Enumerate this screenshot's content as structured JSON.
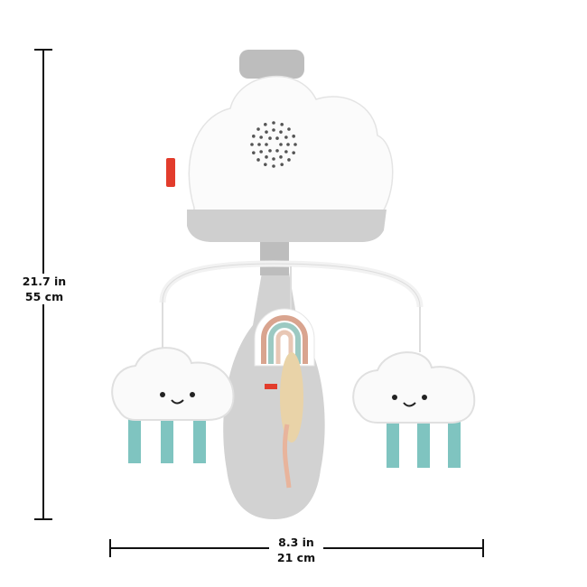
{
  "dimensions": {
    "height": {
      "imperial": "21.7 in",
      "metric": "55 cm"
    },
    "width": {
      "imperial": "8.3 in",
      "metric": "21 cm"
    }
  },
  "product": {
    "colors": {
      "body": "#ffffff",
      "gray": "#c9c9c9",
      "teal": "#7fc4c0",
      "rainbow": [
        "#d9a48f",
        "#9cc9c2",
        "#e8c7b5"
      ],
      "brand_tag": "#e23c2c"
    }
  }
}
